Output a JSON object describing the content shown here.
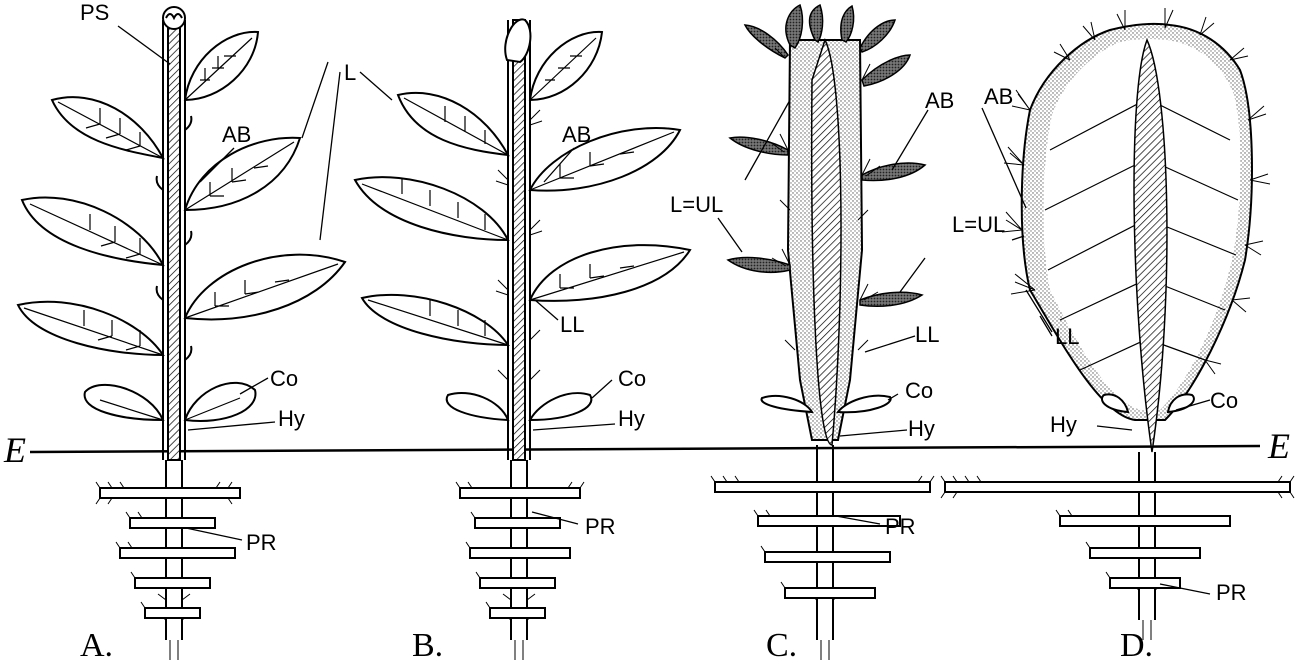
{
  "figure": {
    "ground_label": "E",
    "panels": [
      {
        "id": "A",
        "letter": "A.",
        "labels": {
          "ps": "PS",
          "ab": "AB",
          "l": "L",
          "co": "Co",
          "hy": "Hy",
          "pr": "PR"
        }
      },
      {
        "id": "B",
        "letter": "B.",
        "labels": {
          "ab": "AB",
          "ll": "LL",
          "co": "Co",
          "hy": "Hy",
          "pr": "PR"
        }
      },
      {
        "id": "C",
        "letter": "C.",
        "labels": {
          "ab": "AB",
          "lul": "L=UL",
          "ll": "LL",
          "co": "Co",
          "hy": "Hy",
          "pr": "PR"
        }
      },
      {
        "id": "D",
        "letter": "D.",
        "labels": {
          "ab": "AB",
          "lul": "L=UL",
          "ll": "LL",
          "co": "Co",
          "hy": "Hy",
          "pr": "PR"
        }
      }
    ]
  }
}
